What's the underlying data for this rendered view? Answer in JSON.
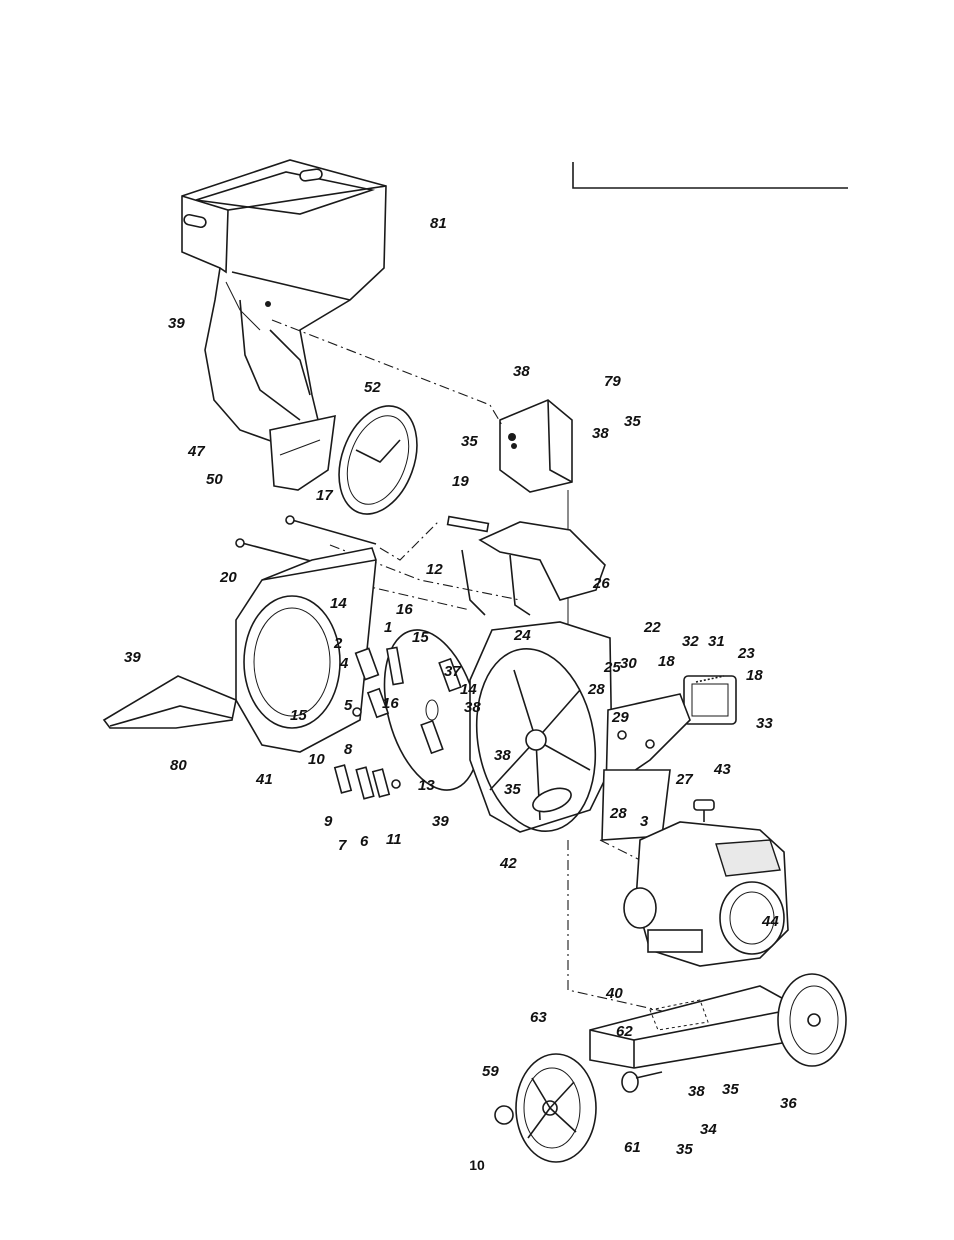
{
  "page_number": "10",
  "part_labels": [
    "81",
    "39",
    "52",
    "47",
    "50",
    "38",
    "79",
    "35",
    "38",
    "35",
    "17",
    "19",
    "20",
    "26",
    "39",
    "80",
    "41",
    "14",
    "2",
    "4",
    "15",
    "5",
    "1",
    "16",
    "15",
    "12",
    "8",
    "10",
    "9",
    "7",
    "6",
    "11",
    "16",
    "37",
    "38",
    "14",
    "13",
    "39",
    "24",
    "25",
    "22",
    "32",
    "31",
    "23",
    "30",
    "18",
    "28",
    "29",
    "18",
    "33",
    "27",
    "38",
    "35",
    "42",
    "28",
    "3",
    "43",
    "44",
    "40",
    "63",
    "62",
    "38",
    "35",
    "36",
    "59",
    "61",
    "34",
    "35"
  ]
}
